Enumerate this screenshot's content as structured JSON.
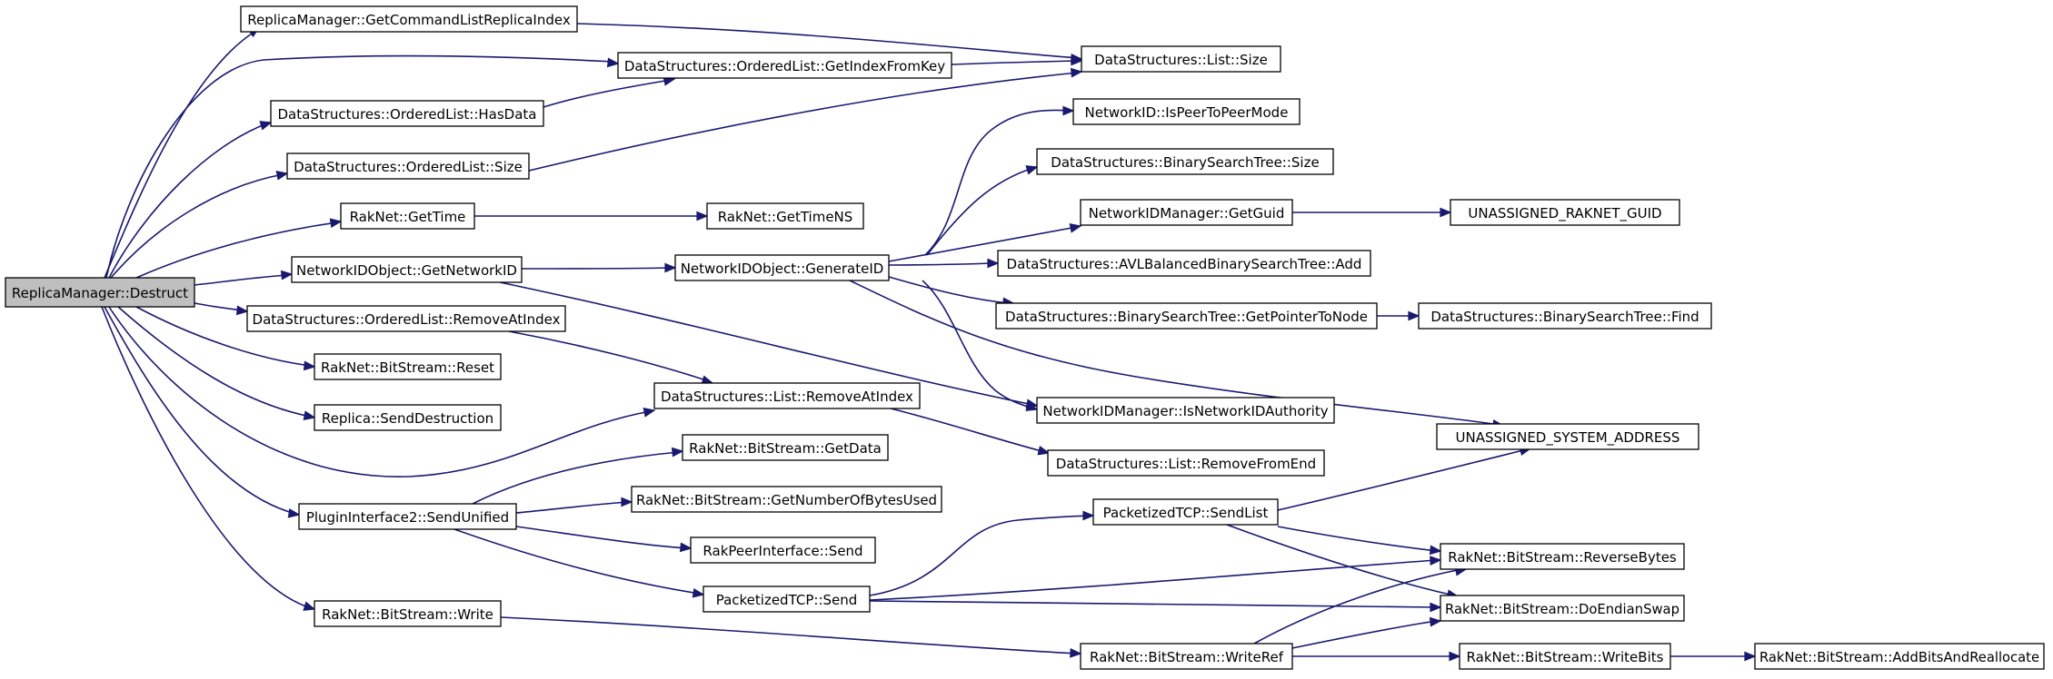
{
  "colors": {
    "edge": "#191970",
    "root_fill": "#bfbfbf",
    "node_fill": "#ffffff",
    "node_border": "#000000"
  },
  "nodes": [
    {
      "id": "n0",
      "label": "ReplicaManager::Destruct",
      "root": true
    },
    {
      "id": "n1",
      "label": "ReplicaManager::GetCommandListReplicaIndex"
    },
    {
      "id": "n2",
      "label": "DataStructures::OrderedList::GetIndexFromKey"
    },
    {
      "id": "n3",
      "label": "DataStructures::List::Size"
    },
    {
      "id": "n4",
      "label": "DataStructures::OrderedList::HasData"
    },
    {
      "id": "n5",
      "label": "DataStructures::OrderedList::Size"
    },
    {
      "id": "n6",
      "label": "RakNet::GetTime"
    },
    {
      "id": "n7",
      "label": "RakNet::GetTimeNS"
    },
    {
      "id": "n8",
      "label": "NetworkIDObject::GetNetworkID"
    },
    {
      "id": "n9",
      "label": "NetworkIDObject::GenerateID"
    },
    {
      "id": "n10",
      "label": "NetworkID::IsPeerToPeerMode"
    },
    {
      "id": "n11",
      "label": "DataStructures::BinarySearchTree::Size"
    },
    {
      "id": "n12",
      "label": "NetworkIDManager::GetGuid"
    },
    {
      "id": "n13",
      "label": "UNASSIGNED_RAKNET_GUID"
    },
    {
      "id": "n14",
      "label": "DataStructures::AVLBalancedBinarySearchTree::Add"
    },
    {
      "id": "n15",
      "label": "DataStructures::BinarySearchTree::GetPointerToNode"
    },
    {
      "id": "n16",
      "label": "DataStructures::BinarySearchTree::Find"
    },
    {
      "id": "n17",
      "label": "DataStructures::OrderedList::RemoveAtIndex"
    },
    {
      "id": "n18",
      "label": "NetworkIDManager::IsNetworkIDAuthority"
    },
    {
      "id": "n19",
      "label": "UNASSIGNED_SYSTEM_ADDRESS"
    },
    {
      "id": "n20",
      "label": "RakNet::BitStream::Reset"
    },
    {
      "id": "n21",
      "label": "DataStructures::List::RemoveAtIndex"
    },
    {
      "id": "n22",
      "label": "Replica::SendDestruction"
    },
    {
      "id": "n23",
      "label": "DataStructures::List::RemoveFromEnd"
    },
    {
      "id": "n24",
      "label": "RakNet::BitStream::GetData"
    },
    {
      "id": "n25",
      "label": "PluginInterface2::SendUnified"
    },
    {
      "id": "n26",
      "label": "RakNet::BitStream::GetNumberOfBytesUsed"
    },
    {
      "id": "n27",
      "label": "PacketizedTCP::SendList"
    },
    {
      "id": "n28",
      "label": "RakPeerInterface::Send"
    },
    {
      "id": "n29",
      "label": "RakNet::BitStream::ReverseBytes"
    },
    {
      "id": "n30",
      "label": "PacketizedTCP::Send"
    },
    {
      "id": "n31",
      "label": "RakNet::BitStream::DoEndianSwap"
    },
    {
      "id": "n32",
      "label": "RakNet::BitStream::Write"
    },
    {
      "id": "n33",
      "label": "RakNet::BitStream::WriteRef"
    },
    {
      "id": "n34",
      "label": "RakNet::BitStream::WriteBits"
    },
    {
      "id": "n35",
      "label": "RakNet::BitStream::AddBitsAndReallocate"
    }
  ],
  "edges": [
    [
      "n0",
      "n1"
    ],
    [
      "n0",
      "n2"
    ],
    [
      "n0",
      "n4"
    ],
    [
      "n0",
      "n5"
    ],
    [
      "n0",
      "n6"
    ],
    [
      "n0",
      "n8"
    ],
    [
      "n0",
      "n17"
    ],
    [
      "n0",
      "n20"
    ],
    [
      "n0",
      "n21"
    ],
    [
      "n0",
      "n22"
    ],
    [
      "n0",
      "n25"
    ],
    [
      "n0",
      "n32"
    ],
    [
      "n1",
      "n3"
    ],
    [
      "n2",
      "n3"
    ],
    [
      "n4",
      "n2"
    ],
    [
      "n5",
      "n3"
    ],
    [
      "n6",
      "n7"
    ],
    [
      "n8",
      "n9"
    ],
    [
      "n8",
      "n18"
    ],
    [
      "n9",
      "n10"
    ],
    [
      "n9",
      "n11"
    ],
    [
      "n9",
      "n12"
    ],
    [
      "n9",
      "n14"
    ],
    [
      "n9",
      "n15"
    ],
    [
      "n9",
      "n18"
    ],
    [
      "n9",
      "n19"
    ],
    [
      "n12",
      "n13"
    ],
    [
      "n15",
      "n16"
    ],
    [
      "n17",
      "n21"
    ],
    [
      "n21",
      "n23"
    ],
    [
      "n25",
      "n24"
    ],
    [
      "n25",
      "n26"
    ],
    [
      "n25",
      "n28"
    ],
    [
      "n25",
      "n30"
    ],
    [
      "n30",
      "n27"
    ],
    [
      "n30",
      "n29"
    ],
    [
      "n30",
      "n31"
    ],
    [
      "n27",
      "n19"
    ],
    [
      "n27",
      "n29"
    ],
    [
      "n27",
      "n31"
    ],
    [
      "n32",
      "n33"
    ],
    [
      "n33",
      "n29"
    ],
    [
      "n33",
      "n31"
    ],
    [
      "n33",
      "n34"
    ],
    [
      "n34",
      "n35"
    ]
  ]
}
